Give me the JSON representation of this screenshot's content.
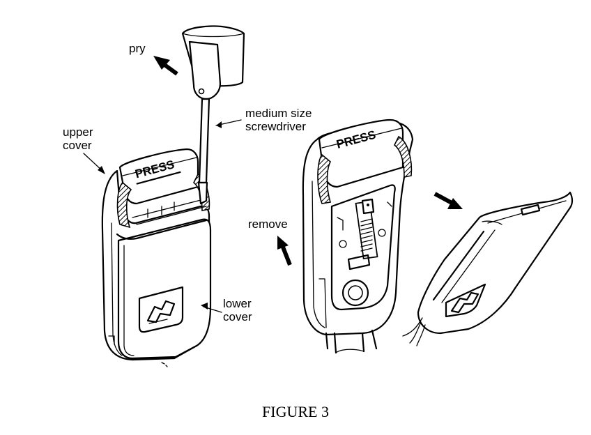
{
  "labels": {
    "pry": "pry",
    "medium_size": "medium size",
    "screwdriver": "screwdriver",
    "upper": "upper",
    "cover_upper": "cover",
    "remove": "remove",
    "lower": "lower",
    "cover_lower": "cover",
    "press_left": "PRESS",
    "press_right": "PRESS"
  },
  "caption": "FIGURE 3"
}
